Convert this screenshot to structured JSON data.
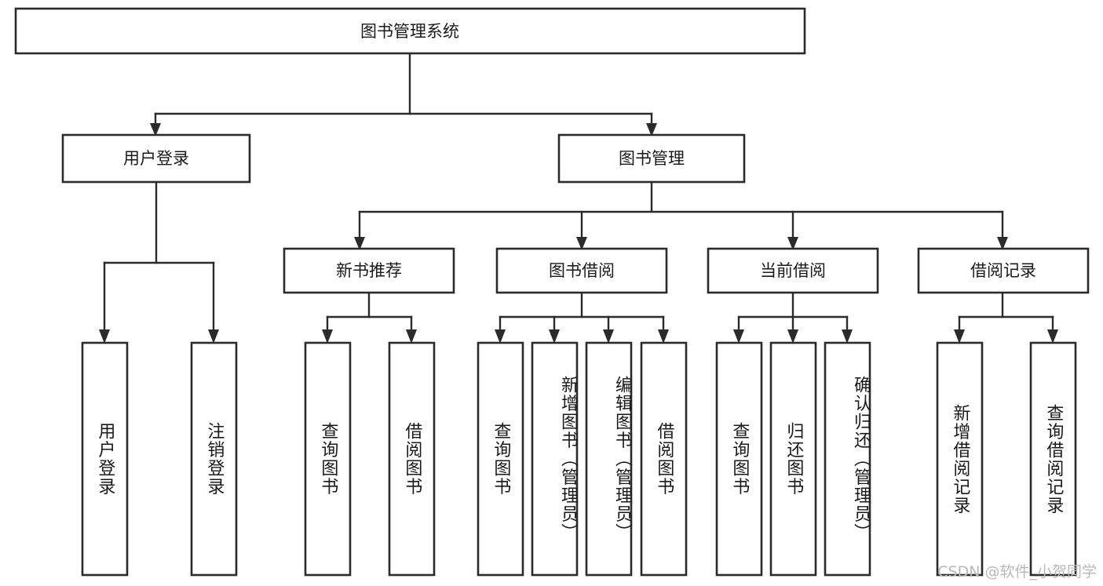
{
  "diagram": {
    "title": "图书管理系统",
    "type": "tree",
    "watermark": "CSDN @软件_小贺同学",
    "colors": {
      "box_stroke": "#2b2b2b",
      "box_fill": "#ffffff",
      "connector": "#2b2b2b",
      "text": "#1a1a1a",
      "watermark": "#b9b9b9",
      "background": "#ffffff"
    },
    "root": {
      "label": "图书管理系统",
      "orientation": "horizontal"
    },
    "level2": [
      {
        "label": "用户登录",
        "orientation": "horizontal"
      },
      {
        "label": "图书管理",
        "orientation": "horizontal"
      }
    ],
    "level3": [
      {
        "label": "新书推荐",
        "orientation": "horizontal",
        "parent": "图书管理"
      },
      {
        "label": "图书借阅",
        "orientation": "horizontal",
        "parent": "图书管理"
      },
      {
        "label": "当前借阅",
        "orientation": "horizontal",
        "parent": "图书管理"
      },
      {
        "label": "借阅记录",
        "orientation": "horizontal",
        "parent": "图书管理"
      }
    ],
    "leaves": [
      {
        "label": "用户登录",
        "parent": "用户登录",
        "orientation": "vertical"
      },
      {
        "label": "注销登录",
        "parent": "用户登录",
        "orientation": "vertical"
      },
      {
        "label": "查询图书",
        "parent": "新书推荐",
        "orientation": "vertical"
      },
      {
        "label": "借阅图书",
        "parent": "新书推荐",
        "orientation": "vertical"
      },
      {
        "label": "查询图书",
        "parent": "图书借阅",
        "orientation": "vertical"
      },
      {
        "label": "新增图书（管理员）",
        "parent": "图书借阅",
        "orientation": "vertical"
      },
      {
        "label": "编辑图书（管理员）",
        "parent": "图书借阅",
        "orientation": "vertical"
      },
      {
        "label": "借阅图书",
        "parent": "图书借阅",
        "orientation": "vertical"
      },
      {
        "label": "查询图书",
        "parent": "当前借阅",
        "orientation": "vertical"
      },
      {
        "label": "归还图书",
        "parent": "当前借阅",
        "orientation": "vertical"
      },
      {
        "label": "确认归还（管理员）",
        "parent": "当前借阅",
        "orientation": "vertical"
      },
      {
        "label": "新增借阅记录",
        "parent": "借阅记录",
        "orientation": "vertical"
      },
      {
        "label": "查询借阅记录",
        "parent": "借阅记录",
        "orientation": "vertical"
      }
    ]
  }
}
